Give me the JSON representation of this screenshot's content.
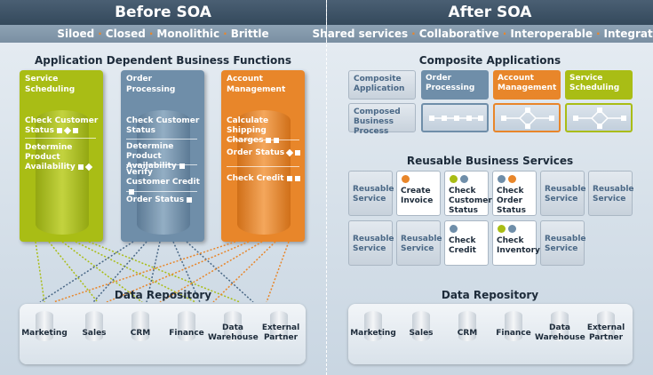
{
  "left": {
    "title": "Before SOA",
    "tagline": [
      "Siloed",
      "Closed",
      "Monolithic",
      "Brittle"
    ],
    "section_title": "Application Dependent Business Functions",
    "columns": [
      {
        "title": "Service\nScheduling",
        "color": "#a9bd15",
        "items": [
          "Check Customer\nStatus",
          "Determine Product\nAvailability"
        ]
      },
      {
        "title": "Order\nProcessing",
        "color": "#6f8ea9",
        "items": [
          "Check Customer\nStatus",
          "Determine Product\nAvailability",
          "Verify\nCustomer Credit",
          "Order Status"
        ]
      },
      {
        "title": "Account\nManagement",
        "color": "#e8862a",
        "items": [
          "Calculate Shipping\nCharges",
          "Order Status",
          "Check Credit"
        ]
      }
    ],
    "repository_title": "Data Repository",
    "repository": [
      "Marketing",
      "Sales",
      "CRM",
      "Finance",
      "Data\nWarehouse",
      "External\nPartner"
    ]
  },
  "right": {
    "title": "After SOA",
    "tagline": [
      "Shared services",
      "Collaborative",
      "Interoperable",
      "Integrated"
    ],
    "section_title": "Composite Applications",
    "composite": {
      "row1": [
        "Composite\nApplication",
        "Order\nProcessing",
        "Account\nManagement",
        "Service\nScheduling"
      ],
      "row2_label": "Composed\nBusiness Process"
    },
    "services_title": "Reusable Business Services",
    "services": {
      "row1": [
        "Reusable\nService",
        "Create\nInvoice",
        "Check\nCustomer\nStatus",
        "Check\nOrder\nStatus",
        "Reusable\nService",
        "Reusable\nService"
      ],
      "row2": [
        "Reusable\nService",
        "Reusable\nService",
        "Check\nCredit",
        "Check\nInventory",
        "Reusable\nService"
      ]
    },
    "repository_title": "Data Repository",
    "repository": [
      "Marketing",
      "Sales",
      "CRM",
      "Finance",
      "Data\nWarehouse",
      "External\nPartner"
    ]
  },
  "colors": {
    "green": "#a9bd15",
    "blue": "#6f8ea9",
    "orange": "#e8862a",
    "header": "#34495c"
  }
}
